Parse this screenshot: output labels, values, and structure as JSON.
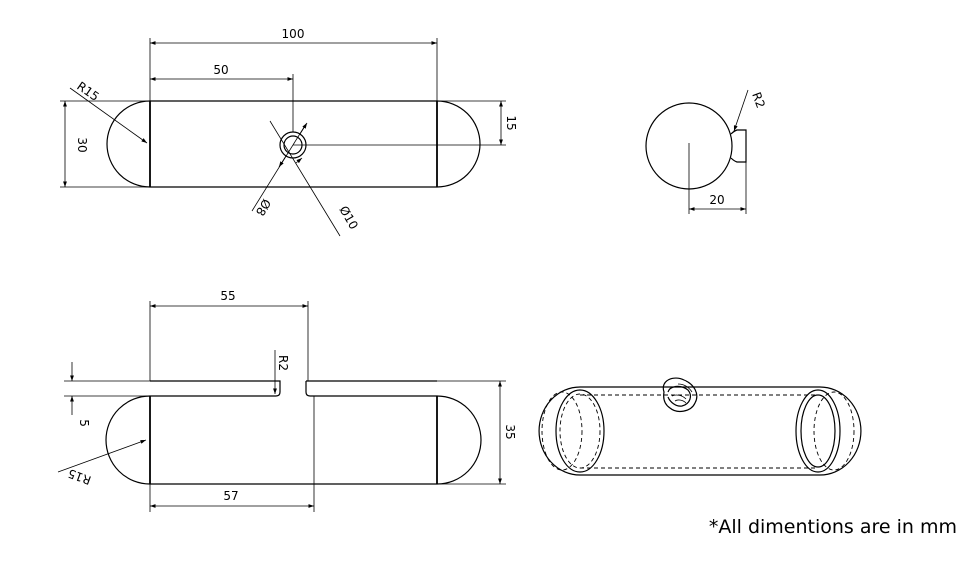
{
  "top_view": {
    "dim_overall_length": "100",
    "dim_hole_offset": "50",
    "dim_end_radius": "R15",
    "dim_width": "30",
    "dim_half_width": "15",
    "dim_inner_hole": "Ø8",
    "dim_outer_hole": "Ø10"
  },
  "side_view": {
    "dim_fillet_radius": "R2",
    "dim_stem_length": "20"
  },
  "front_view": {
    "dim_slot_position": "55",
    "dim_slot_fillet": "R2",
    "dim_slot_depth": "5",
    "dim_end_radius": "R15",
    "dim_height": "35",
    "dim_slot_end": "57"
  },
  "note": "*All dimentions are in mm"
}
